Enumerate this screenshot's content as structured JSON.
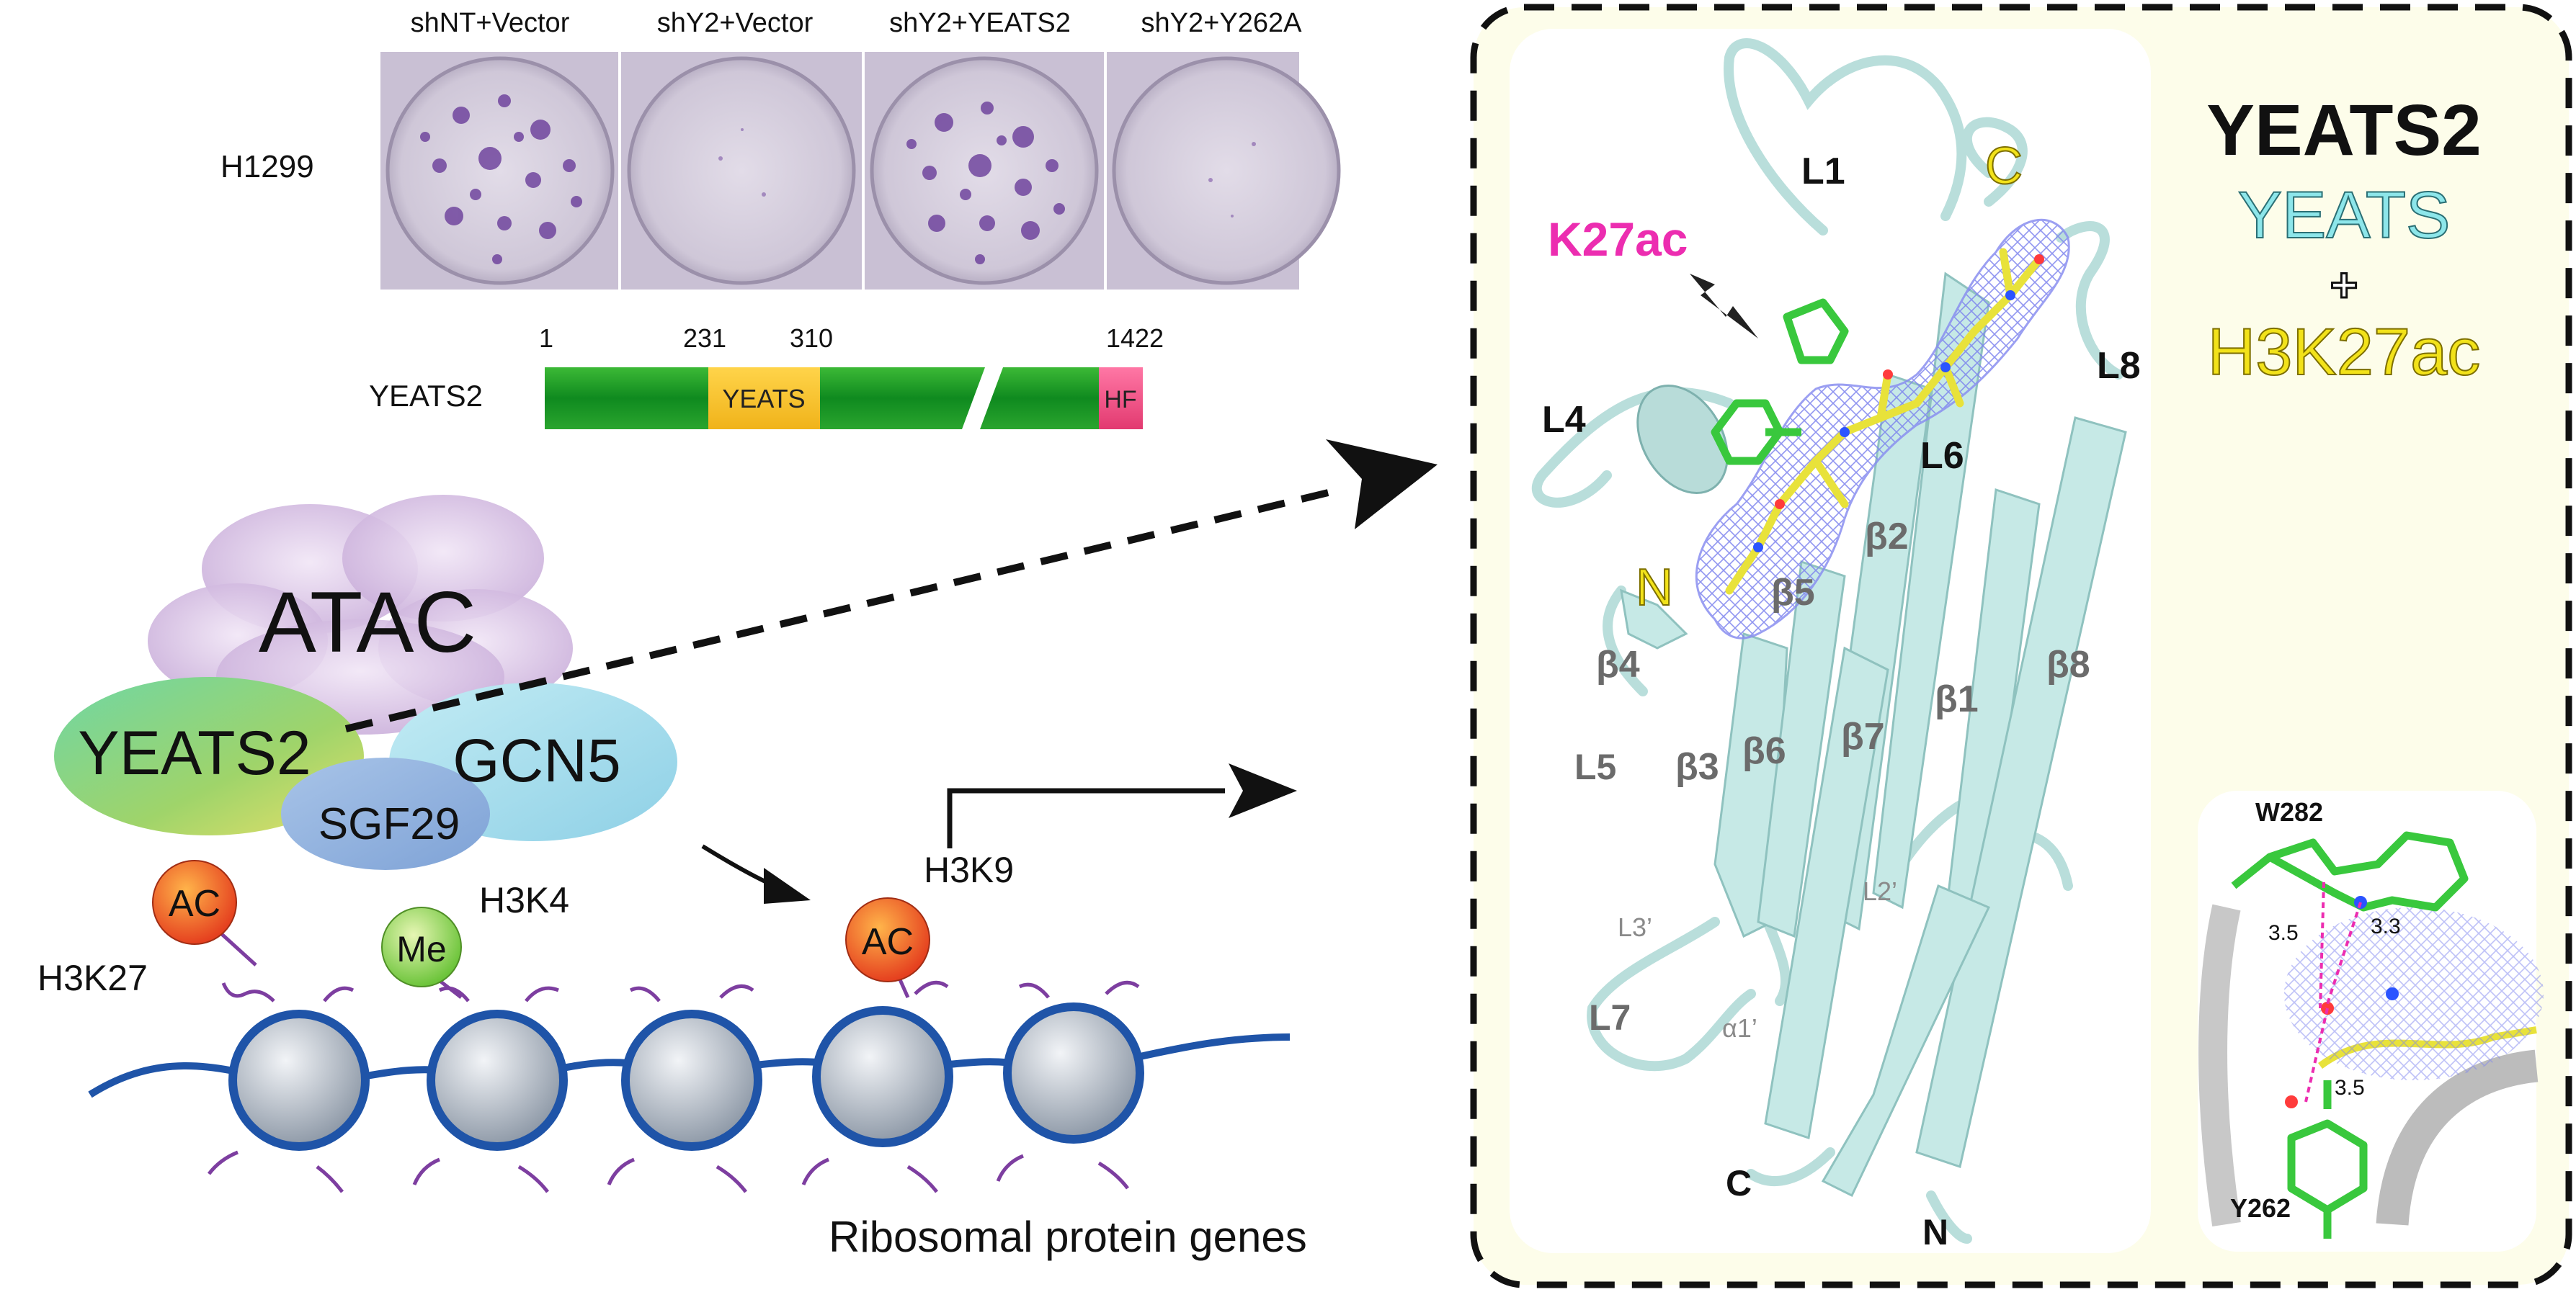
{
  "colony_assay": {
    "cell_line": "H1299",
    "conditions": [
      "shNT+Vector",
      "shY2+Vector",
      "shY2+YEATS2",
      "shY2+Y262A"
    ]
  },
  "domain_map": {
    "protein": "YEATS2",
    "positions": [
      "1",
      "231",
      "310",
      "1422"
    ],
    "domains": [
      "YEATS",
      "HF"
    ]
  },
  "complex": {
    "name": "ATAC",
    "subunits": [
      "YEATS2",
      "GCN5",
      "SGF29"
    ],
    "marks": [
      {
        "badge": "AC",
        "label": "H3K27"
      },
      {
        "badge": "Me",
        "label": "H3K4"
      },
      {
        "badge": "AC",
        "label": "H3K9"
      }
    ],
    "target_genes": "Ribosomal protein genes"
  },
  "structure": {
    "ligand_label": "K27ac",
    "peptide_termini": [
      "N",
      "C"
    ],
    "loops": [
      "L1",
      "L4",
      "L6",
      "L8",
      "L5",
      "L2’",
      "L3’",
      "L7"
    ],
    "strands": [
      "β2",
      "β5",
      "β4",
      "β1",
      "β8",
      "β7",
      "β3",
      "β6"
    ],
    "helix": "α1’",
    "chain_termini": [
      "C",
      "N"
    ]
  },
  "legend": {
    "title": "YEATS2",
    "line1": "YEATS",
    "plus": "+",
    "line2": "H3K27ac"
  },
  "inset": {
    "residues": [
      "W282",
      "Y262"
    ],
    "distances": [
      "3.5",
      "3.3",
      "3.5"
    ]
  },
  "colors": {
    "green_bar": "#1f9a2a",
    "yeats_domain": "#f6c21c",
    "hf_domain": "#ef4f84",
    "ribbon": "#c6e9e6",
    "mesh": "#8a8ff0",
    "magenta_label": "#ec2db0",
    "yellow_label": "#f2e21a",
    "cyan_label": "#8de6ea",
    "panel_bg": "#fdfdea"
  }
}
